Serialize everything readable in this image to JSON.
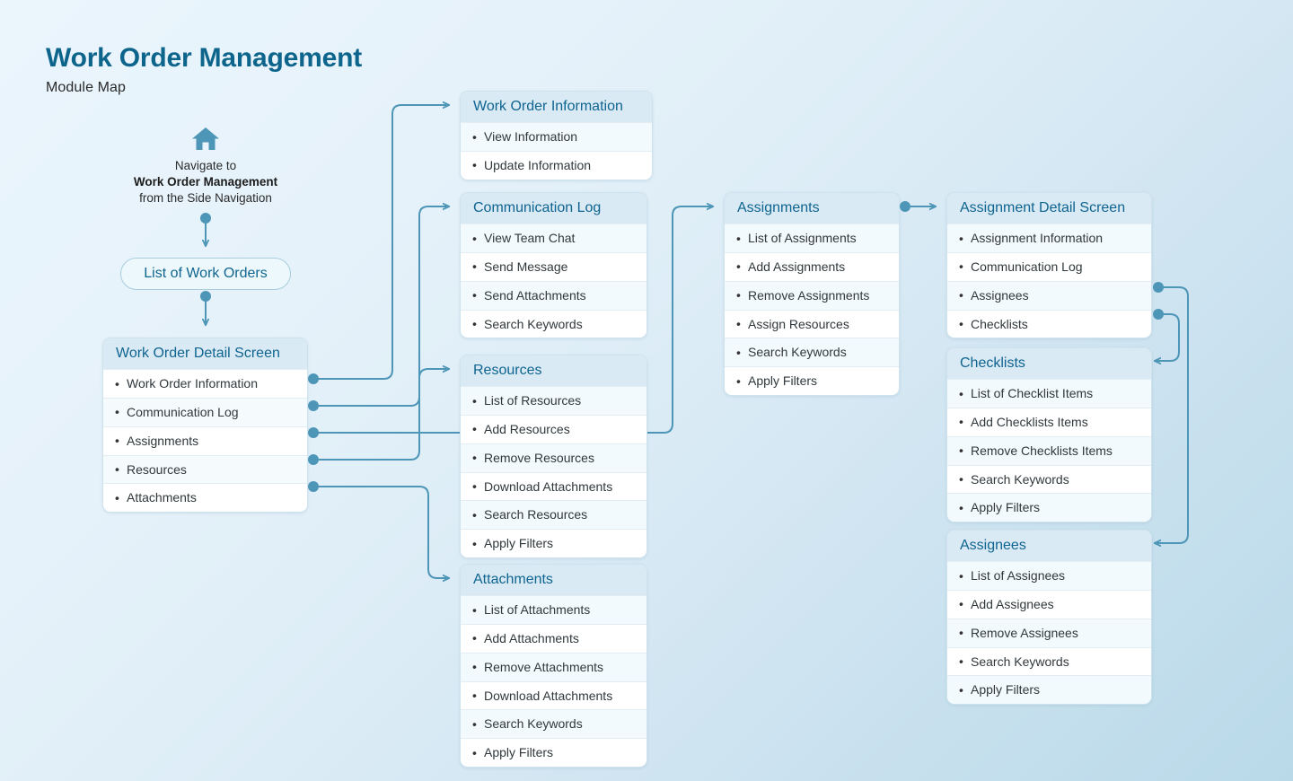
{
  "header": {
    "title": "Work Order Management",
    "subtitle": "Module Map"
  },
  "start": {
    "icon": "home-icon",
    "line1": "Navigate to",
    "line2": "Work Order Management",
    "line3": "from the Side Navigation",
    "pill_label": "List of Work Orders"
  },
  "colors": {
    "accent": "#0f6490",
    "connector": "#4e96b7",
    "card_header_bg": "#d9eaf4",
    "card_border": "#cfe3ee",
    "row_alt_bg": "#f3fafd",
    "background_start": "#eaf5fc",
    "background_end": "#b9d9e9"
  },
  "cards": {
    "detail": {
      "title": "Work Order Detail Screen",
      "items": [
        "Work Order Information",
        "Communication Log",
        "Assignments",
        "Resources",
        "Attachments"
      ]
    },
    "woinfo": {
      "title": "Work Order Information",
      "items": [
        "View Information",
        "Update Information"
      ]
    },
    "commlog": {
      "title": "Communication Log",
      "items": [
        "View Team Chat",
        "Send Message",
        "Send Attachments",
        "Search Keywords"
      ]
    },
    "resources": {
      "title": "Resources",
      "items": [
        "List of Resources",
        "Add Resources",
        "Remove Resources",
        "Download Attachments",
        "Search Resources",
        "Apply Filters"
      ]
    },
    "attachments": {
      "title": "Attachments",
      "items": [
        "List of Attachments",
        "Add Attachments",
        "Remove Attachments",
        "Download Attachments",
        "Search Keywords",
        "Apply Filters"
      ]
    },
    "assignments": {
      "title": "Assignments",
      "items": [
        "List of Assignments",
        "Add Assignments",
        "Remove Assignments",
        "Assign Resources",
        "Search Keywords",
        "Apply Filters"
      ]
    },
    "assigndetail": {
      "title": "Assignment Detail Screen",
      "items": [
        "Assignment Information",
        "Communication Log",
        "Assignees",
        "Checklists"
      ]
    },
    "checklists": {
      "title": "Checklists",
      "items": [
        "List of Checklist Items",
        "Add Checklists Items",
        "Remove Checklists Items",
        "Search Keywords",
        "Apply Filters"
      ]
    },
    "assignees": {
      "title": "Assignees",
      "items": [
        "List of Assignees",
        "Add Assignees",
        "Remove Assignees",
        "Search Keywords",
        "Apply Filters"
      ]
    }
  }
}
